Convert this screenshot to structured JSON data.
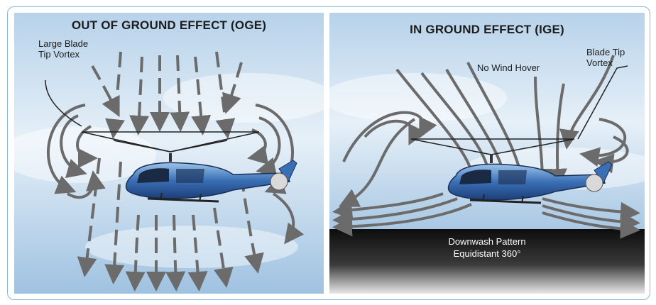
{
  "left_panel": {
    "title": "OUT OF GROUND EFFECT (OGE)",
    "vortex_label_line1": "Large Blade",
    "vortex_label_line2": "Tip Vortex"
  },
  "right_panel": {
    "title": "IN GROUND EFFECT (IGE)",
    "hover_label": "No Wind Hover",
    "vortex_label_line1": "Blade Tip",
    "vortex_label_line2": "Vortex",
    "ground_label_line1": "Downwash Pattern",
    "ground_label_line2": "Equidistant 360°"
  },
  "colors": {
    "sky_light": "#dbe9f5",
    "sky_blue": "#8fb8dc",
    "arrow": "#6b6b6b",
    "helicopter_body": "#3a6fb5",
    "ground_dark": "#111111",
    "frame_border": "#8fb6d8"
  }
}
